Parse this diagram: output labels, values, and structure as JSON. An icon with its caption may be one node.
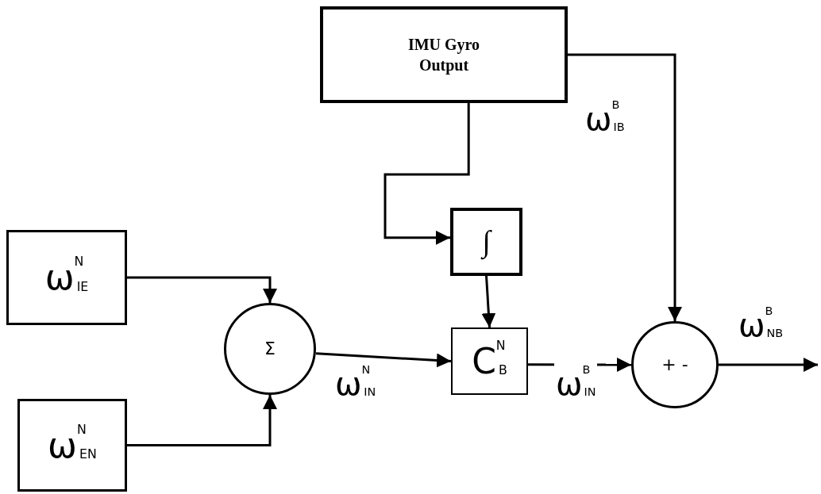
{
  "diagram": {
    "nodes": [
      {
        "text": [
          "IMU Gyro Output"
        ]
      },
      {
        "text": [
          "ω$^{N}$$_{IE}$"
        ]
      },
      {
        "text": [
          "ω$^{N}$$_{EN}$"
        ]
      },
      {
        "text": [
          "Σ"
        ]
      },
      {
        "text": [
          "∫"
        ]
      },
      {
        "text": [
          "C$^{N}$$_{B}$"
        ]
      },
      {
        "text": [
          "+ -"
        ]
      }
    ],
    "edges": [
      {
        "from": 0,
        "to": 6,
        "arrow": "to",
        "label": "ω$^{B}$$_{IB}$"
      },
      {
        "from": 0,
        "to": 4,
        "arrow": "to"
      },
      {
        "from": 1,
        "to": 3,
        "arrow": "to"
      },
      {
        "from": 2,
        "to": 3,
        "arrow": "to"
      },
      {
        "from": 3,
        "to": 5,
        "arrow": "to",
        "label": "ω$^{N}$$_{IN}$"
      },
      {
        "from": 4,
        "to": 5,
        "arrow": "to"
      },
      {
        "from": 5,
        "to": 6,
        "arrow": "to",
        "label": "ω$^{B}$$_{IN}$"
      },
      {
        "from": 6,
        "to": null,
        "arrow": "to",
        "label": "ω$^{B}$$_{NB}$"
      }
    ]
  }
}
